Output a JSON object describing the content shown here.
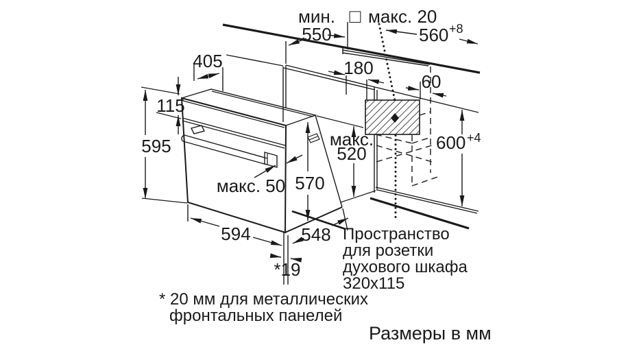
{
  "units_note": "Размеры в мм",
  "footnote": {
    "line1": "* 20 мм для металлических",
    "line2": "фронтальных панелей"
  },
  "socket_note": {
    "line1": "Пространство",
    "line2": "для розетки",
    "line3": "духового шкафа",
    "line4": "320x115"
  },
  "dims": {
    "worktop_depth": {
      "prefix": "мин.",
      "value": "550"
    },
    "frame": {
      "symbol": "□",
      "label": "макс. 20"
    },
    "niche_width": {
      "value": "560",
      "tolerance": "+8"
    },
    "top_depth": "405",
    "panel_height": "115",
    "oven_height": "595",
    "socket_offset_x": "180",
    "socket_offset_top": "60",
    "niche_depth": {
      "line1": "макс.",
      "line2": "520"
    },
    "niche_height": {
      "value": "600",
      "tolerance": "+4"
    },
    "body_height": "570",
    "handle_depth": "макс. 50",
    "oven_width": "594",
    "body_depth": "548",
    "front_gap": "*19"
  },
  "colors": {
    "line": "#1a1a1a",
    "background": "#ffffff"
  }
}
